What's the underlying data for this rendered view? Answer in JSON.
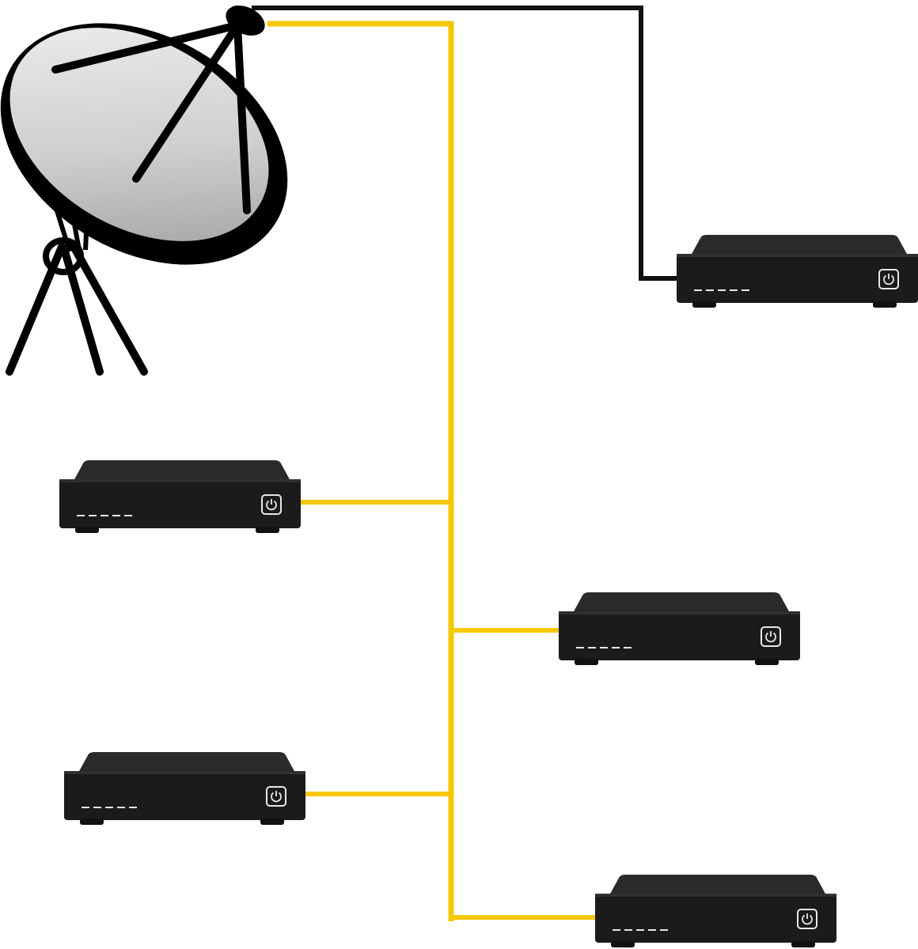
{
  "diagram": {
    "nodes": [
      {
        "id": "dish",
        "kind": "satellite-dish"
      },
      {
        "id": "receiver-1",
        "kind": "set-top-box",
        "connection": "black-cable"
      },
      {
        "id": "receiver-2",
        "kind": "set-top-box",
        "connection": "yellow-cable"
      },
      {
        "id": "receiver-3",
        "kind": "set-top-box",
        "connection": "yellow-cable"
      },
      {
        "id": "receiver-4",
        "kind": "set-top-box",
        "connection": "yellow-cable"
      },
      {
        "id": "receiver-5",
        "kind": "set-top-box",
        "connection": "yellow-cable"
      }
    ],
    "edges": [
      {
        "from": "dish",
        "to": "receiver-1",
        "color": "#111111"
      },
      {
        "from": "dish",
        "to": "trunk",
        "color": "#F5C800"
      },
      {
        "from": "trunk",
        "to": "receiver-2",
        "color": "#F5C800"
      },
      {
        "from": "trunk",
        "to": "receiver-3",
        "color": "#F5C800"
      },
      {
        "from": "trunk",
        "to": "receiver-4",
        "color": "#F5C800"
      },
      {
        "from": "trunk",
        "to": "receiver-5",
        "color": "#F5C800"
      }
    ],
    "colors": {
      "yellow_cable": "#F5C800",
      "black_cable": "#111111",
      "box_body": "#1E1E1E",
      "box_top": "#2C2C2C",
      "dish_face": "#D9D9D9",
      "background": "#FFFFFF"
    },
    "icons": {
      "dish": "satellite-dish-icon",
      "power": "power-icon"
    }
  }
}
